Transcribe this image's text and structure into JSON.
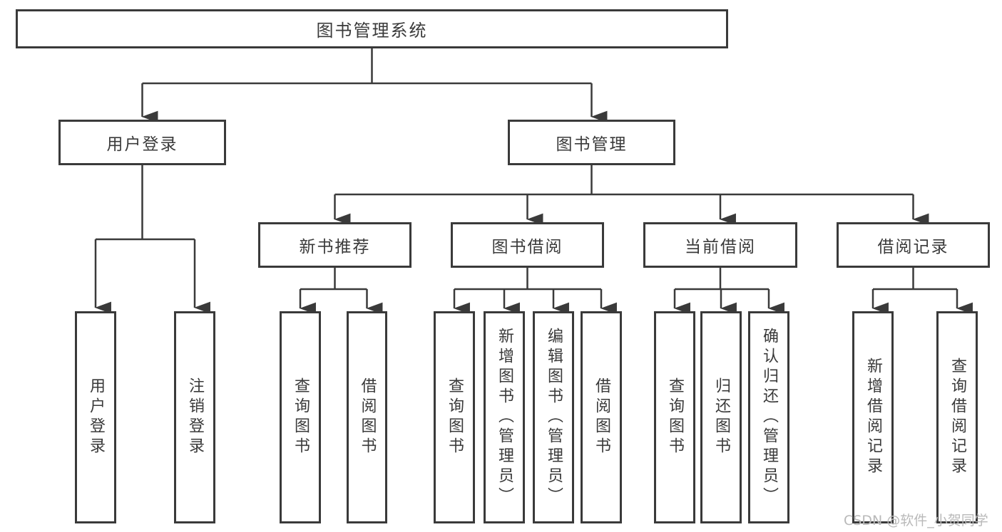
{
  "diagram": {
    "root": {
      "label": "图书管理系统"
    },
    "level2": [
      {
        "id": "user-login",
        "label": "用户登录"
      },
      {
        "id": "book-management",
        "label": "图书管理"
      }
    ],
    "level3": [
      {
        "id": "new-book-recommend",
        "label": "新书推荐"
      },
      {
        "id": "book-borrow",
        "label": "图书借阅"
      },
      {
        "id": "current-borrow",
        "label": "当前借阅"
      },
      {
        "id": "borrow-record",
        "label": "借阅记录"
      }
    ],
    "leaves": {
      "user_login": [
        {
          "label": "用户登录"
        },
        {
          "label": "注销登录"
        }
      ],
      "new_book_recommend": [
        {
          "label": "查询图书"
        },
        {
          "label": "借阅图书"
        }
      ],
      "book_borrow": [
        {
          "label": "查询图书"
        },
        {
          "label": "新增图书（管理员）"
        },
        {
          "label": "编辑图书（管理员）"
        },
        {
          "label": "借阅图书"
        }
      ],
      "current_borrow": [
        {
          "label": "查询图书"
        },
        {
          "label": "归还图书"
        },
        {
          "label": "确认归还（管理员）"
        }
      ],
      "borrow_record": [
        {
          "label": "新增借阅记录"
        },
        {
          "label": "查询借阅记录"
        }
      ]
    },
    "watermark": "CSDN @软件_小贺同学",
    "colors": {
      "line": "#3a3a3a",
      "text": "#3a3a3a",
      "background": "#ffffff",
      "watermark": "#b9b9b9"
    }
  }
}
